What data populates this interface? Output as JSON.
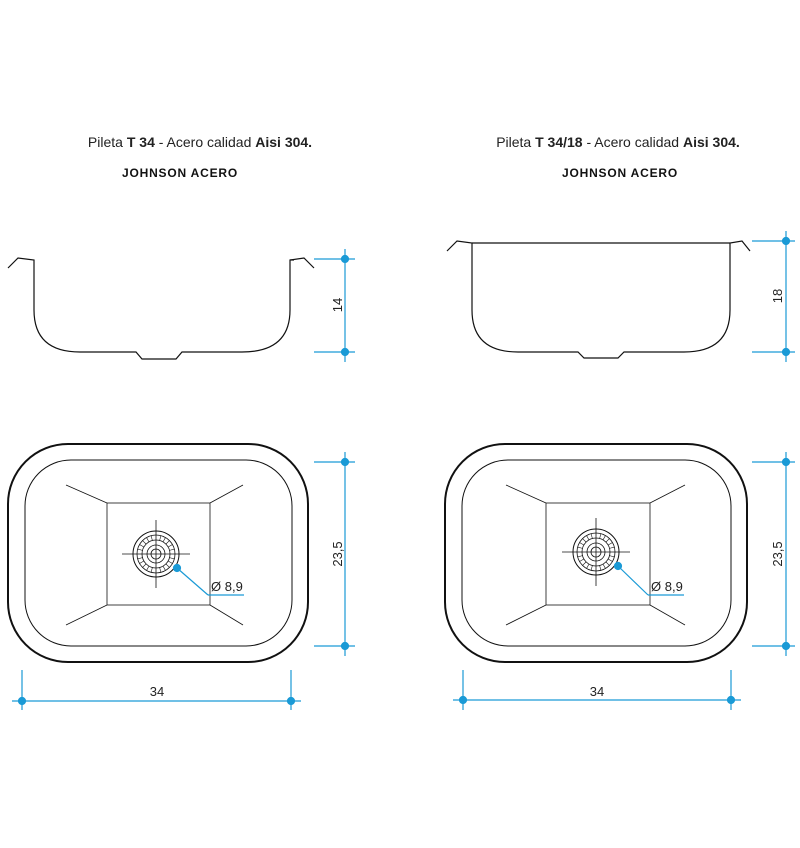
{
  "left": {
    "title_prefix": "Pileta ",
    "title_model": "T 34",
    "title_mid": " - Acero calidad ",
    "title_grade": "Aisi 304.",
    "brand": "JOHNSON ACERO",
    "height_label": "14",
    "depth_label": "23,5",
    "width_label": "34",
    "drain_label": "Ø 8,9"
  },
  "right": {
    "title_prefix": "Pileta ",
    "title_model": "T 34/18",
    "title_mid": " - Acero calidad ",
    "title_grade": "Aisi 304.",
    "brand": "JOHNSON ACERO",
    "height_label": "18",
    "depth_label": "23,5",
    "width_label": "34",
    "drain_label": "Ø 8,9"
  },
  "colors": {
    "outline": "#111111",
    "dimension": "#1a9ad6"
  }
}
